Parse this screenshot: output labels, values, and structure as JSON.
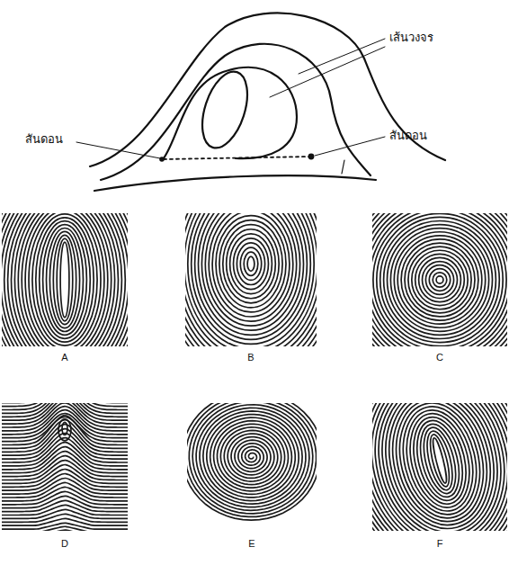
{
  "diagram": {
    "labels": [
      "เส้นวงจร",
      "สันดอน",
      "สันดอน",
      "A",
      "B",
      "C",
      "D",
      "E",
      "F"
    ]
  }
}
